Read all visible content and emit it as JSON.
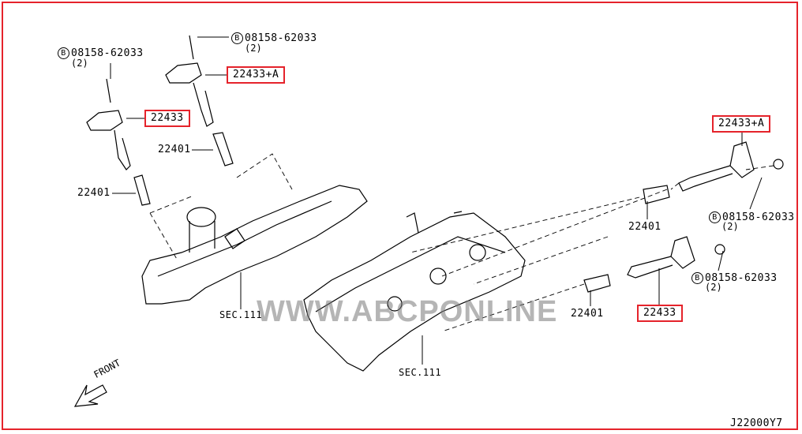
{
  "diagram": {
    "bolt_marker": "B",
    "labels": {
      "bolt_left": {
        "part": "08158-62033",
        "qty": "(2)"
      },
      "bolt_top": {
        "part": "08158-62033",
        "qty": "(2)"
      },
      "coil_left_a": "22433+A",
      "coil_left": "22433",
      "plug_left_upper": "22401",
      "plug_left_lower": "22401",
      "sec_left": "SEC.111",
      "sec_right": "SEC.111",
      "coil_right_a": "22433+A",
      "bolt_right_upper": {
        "part": "08158-62033",
        "qty": "(2)"
      },
      "plug_right_upper": "22401",
      "bolt_right_lower": {
        "part": "08158-62033",
        "qty": "(2)"
      },
      "plug_right_lower": "22401",
      "coil_right": "22433"
    },
    "front_label": "FRONT",
    "watermark": "WWW.ABCPONLINE",
    "diagram_code": "J22000Y7",
    "highlight_color": "#e5232b"
  }
}
